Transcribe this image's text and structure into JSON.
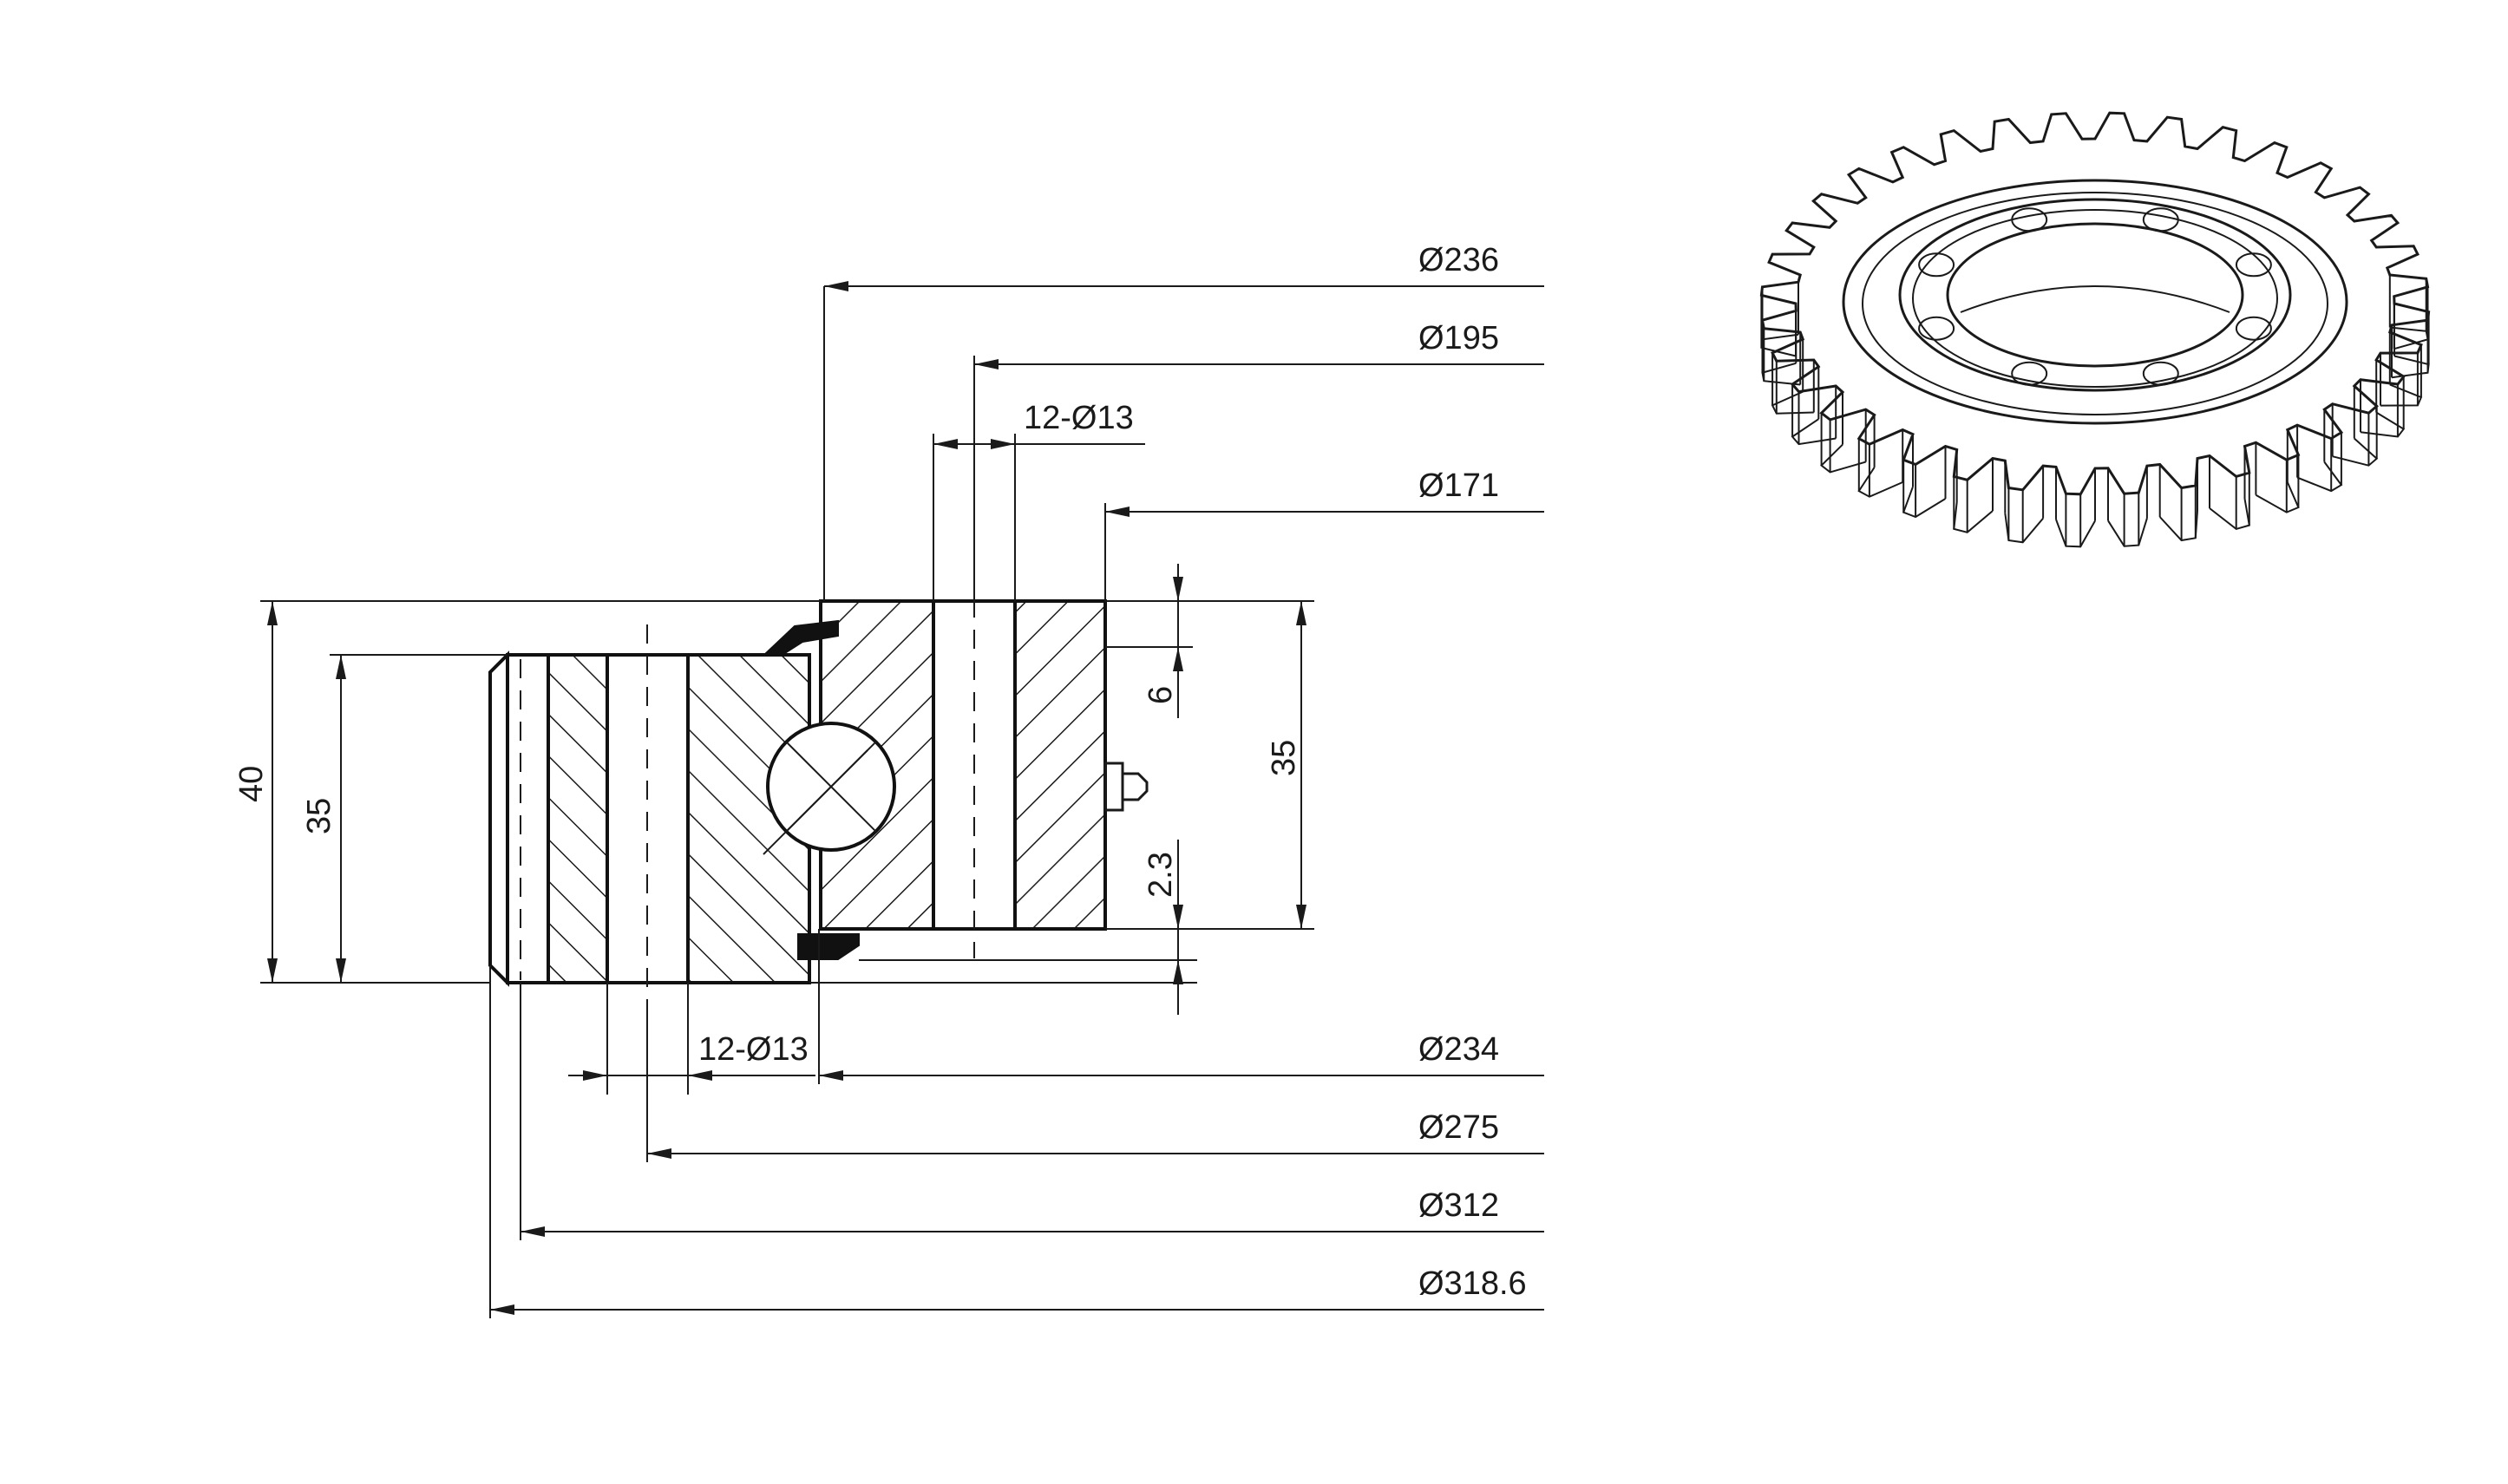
{
  "dimensions": {
    "d236": "Ø236",
    "d195": "Ø195",
    "holes_inner": "12-Ø13",
    "d171": "Ø171",
    "h6": "6",
    "h35_right": "35",
    "h2_3": "2.3",
    "h40": "40",
    "h35_left": "35",
    "holes_outer": "12-Ø13",
    "d234": "Ø234",
    "d275": "Ø275",
    "d312": "Ø312",
    "d318_6": "Ø318.6"
  },
  "colors": {
    "line": "#1a1a1a",
    "background": "#ffffff"
  }
}
